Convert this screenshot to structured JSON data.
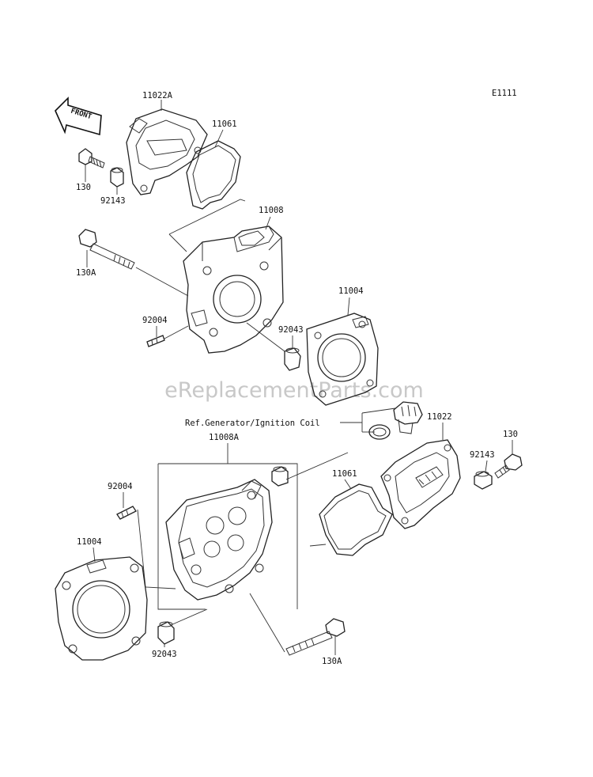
{
  "diagram_code": "E1111",
  "watermark": "eReplacementParts.com",
  "front_arrow_label": "FRONT",
  "reference_note": "Ref.Generator/Ignition Coil",
  "callouts": {
    "rear_cover": "11022A",
    "rear_cover_gasket": "11061",
    "rear_cover_bolt": "130",
    "rear_cover_dowel": "92143",
    "rear_cylinder_head": "11008",
    "rear_head_bolt": "130A",
    "rear_stud": "92004",
    "rear_head_dowel": "92043",
    "rear_head_gasket": "11004",
    "front_cover": "11022",
    "front_cover_bolt": "130",
    "front_cover_dowel": "92143",
    "front_cylinder_head": "11008A",
    "front_cover_gasket": "11061",
    "front_stud": "92004",
    "front_head_gasket": "11004",
    "front_head_dowel": "92043",
    "front_head_bolt": "130A"
  }
}
